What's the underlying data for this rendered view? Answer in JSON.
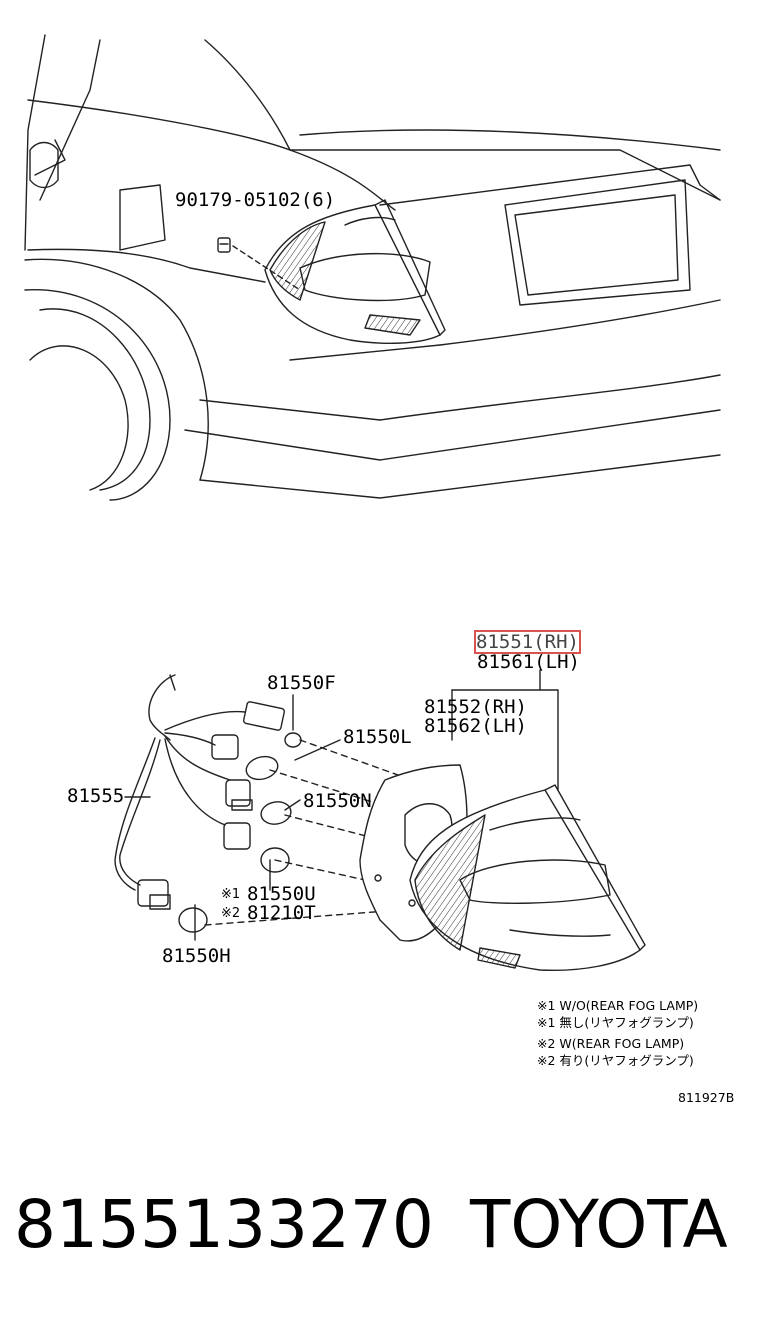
{
  "labels": {
    "bolt": "90179-05102(6)",
    "lamp_rh": "81551(RH)",
    "lamp_lh": "81561(LH)",
    "lens_rh": "81552(RH)",
    "lens_lh": "81562(LH)",
    "socket_f": "81550F",
    "socket_l": "81550L",
    "socket_n": "81550N",
    "wire": "81555",
    "socket_u": "81550U",
    "socket_t": "81210T",
    "socket_h": "81550H",
    "mark1": "※1",
    "mark2": "※2",
    "ref": "811927B"
  },
  "notes": [
    "※1 W/O(REAR FOG LAMP)",
    "※1 無し(リヤフォグランプ)",
    "※2 W(REAR FOG LAMP)",
    "※2 有り(リヤフォグランプ)"
  ],
  "footer": {
    "part_number": "8155133270",
    "brand": "TOYOTA"
  },
  "colors": {
    "highlight": "#d9534f"
  }
}
